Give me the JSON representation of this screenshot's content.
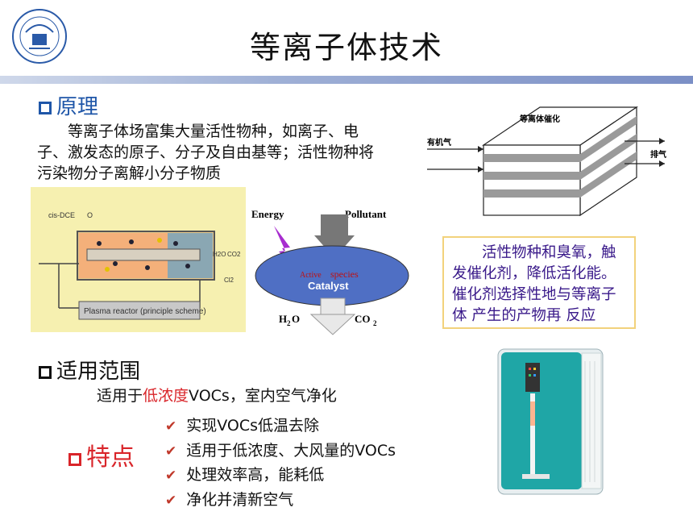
{
  "title": "等离子体技术",
  "principle": {
    "heading": "原理",
    "text": "　　等离子体场富集大量活性物种，如离子、电子、激发态的原子、分子及自由基等；活性物种将污染物分子离解小分子物质"
  },
  "reactor_figure": {
    "label": "Plasma reactor (principle scheme)",
    "input_label": "cis-DCE",
    "o2_label": "O",
    "products": [
      "H2O",
      "CO2",
      "Cl2"
    ]
  },
  "catalyst_figure": {
    "energy_label": "Energy",
    "pollutant_label": "Pollutant",
    "active_label": "Active",
    "species_label": "species",
    "catalyst_label": "Catalyst",
    "h2o_label": "H",
    "co2_label": "CO"
  },
  "bed_figure": {
    "bed_label": "等离体催化",
    "in_label": "有机气",
    "out_label": "排气"
  },
  "callout": {
    "line1": "活性物种和臭氧，触发催化剂，降低活化能。",
    "line2": "催化剂选择性地与等离子体 产生的产物再 反应"
  },
  "scope": {
    "heading": "适用范围",
    "prefix": "适用于",
    "highlight": "低浓度",
    "suffix": "VOCs，室内空气净化"
  },
  "features": {
    "heading": "特点",
    "items": [
      "实现VOCs低温去除",
      "适用于低浓度、大风量的VOCs",
      "处理效率高，能耗低",
      "净化并清新空气"
    ]
  },
  "colors": {
    "accent_blue": "#1f56a8",
    "accent_red": "#d9252a",
    "callout_text": "#3a1a8a"
  }
}
